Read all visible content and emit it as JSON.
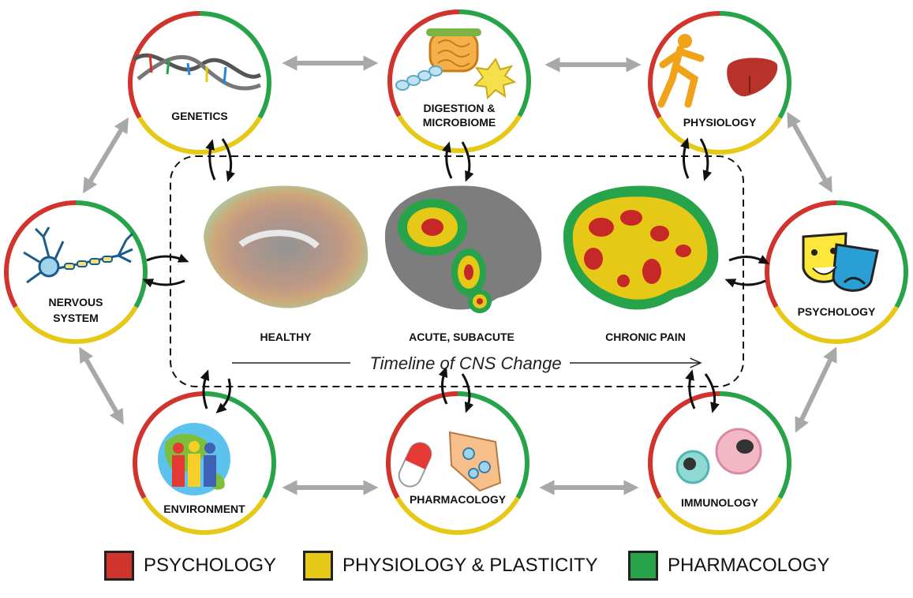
{
  "nodes": {
    "genetics": {
      "label": "GENETICS"
    },
    "digestion": {
      "label_line1": "DIGESTION &",
      "label_line2": "MICROBIOME"
    },
    "physiology": {
      "label": "PHYSIOLOGY"
    },
    "nervous": {
      "label_line1": "NERVOUS",
      "label_line2": "SYSTEM"
    },
    "psychology": {
      "label": "PSYCHOLOGY"
    },
    "environment": {
      "label": "ENVIRONMENT"
    },
    "pharmacology": {
      "label": "PHARMACOLOGY"
    },
    "immunology": {
      "label": "IMMUNOLOGY"
    }
  },
  "stages": {
    "healthy": "HEALTHY",
    "acute": "ACUTE, SUBACUTE",
    "chronic": "CHRONIC PAIN"
  },
  "timeline": "Timeline of CNS Change",
  "legend": [
    {
      "label": "PSYCHOLOGY",
      "color": "#d0342c"
    },
    {
      "label": "PHYSIOLOGY & PLASTICITY",
      "color": "#e6c817"
    },
    {
      "label": "PHARMACOLOGY",
      "color": "#27a34a"
    }
  ],
  "colors": {
    "red": "#d0342c",
    "yellow": "#e6c817",
    "green": "#27a34a",
    "gray_arrow": "#a8a8a8"
  }
}
